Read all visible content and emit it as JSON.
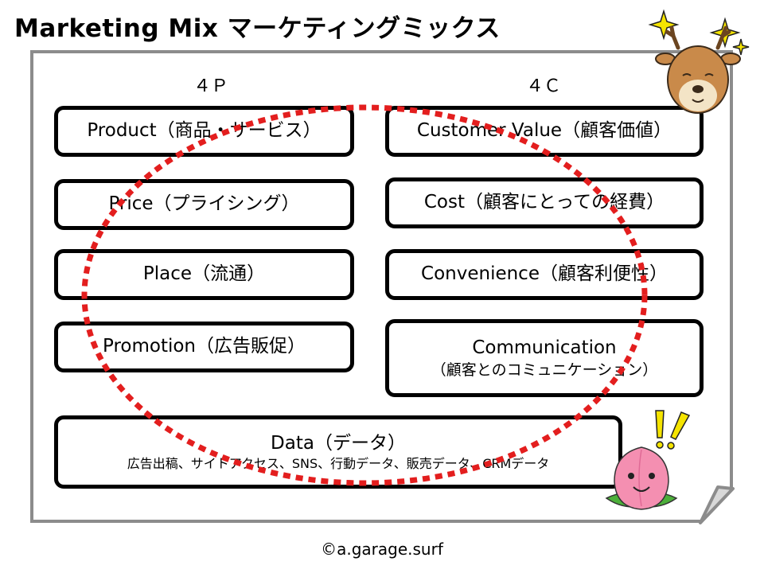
{
  "title": "Marketing Mix  マーケティングミックス",
  "columns": {
    "left": "４Ｐ",
    "right": "４Ｃ"
  },
  "four_p": [
    {
      "label": "Product（商品・サービス）"
    },
    {
      "label": "Price（プライシング）"
    },
    {
      "label": "Place（流通）"
    },
    {
      "label": "Promotion（広告販促）"
    }
  ],
  "four_c": [
    {
      "label": "Customer Value（顧客価値）"
    },
    {
      "label": "Cost（顧客にとっての経費）"
    },
    {
      "label": "Convenience（顧客利便性）"
    },
    {
      "label": "Communication",
      "sub": "（顧客とのコミュニケーション）"
    }
  ],
  "data_box": {
    "label": "Data（データ）",
    "sub": "広告出稿、サイトアクセス、SNS、行動データ、販売データ、CRMデータ"
  },
  "copyright": "©a.garage.surf",
  "colors": {
    "ellipse": "#e31e1e",
    "panel_border": "#8c8c8c",
    "sparkle": "#f5e400"
  },
  "icons": [
    "deer-mascot-icon",
    "sparkle-icon",
    "peach-mascot-icon",
    "exclamation-icon"
  ]
}
